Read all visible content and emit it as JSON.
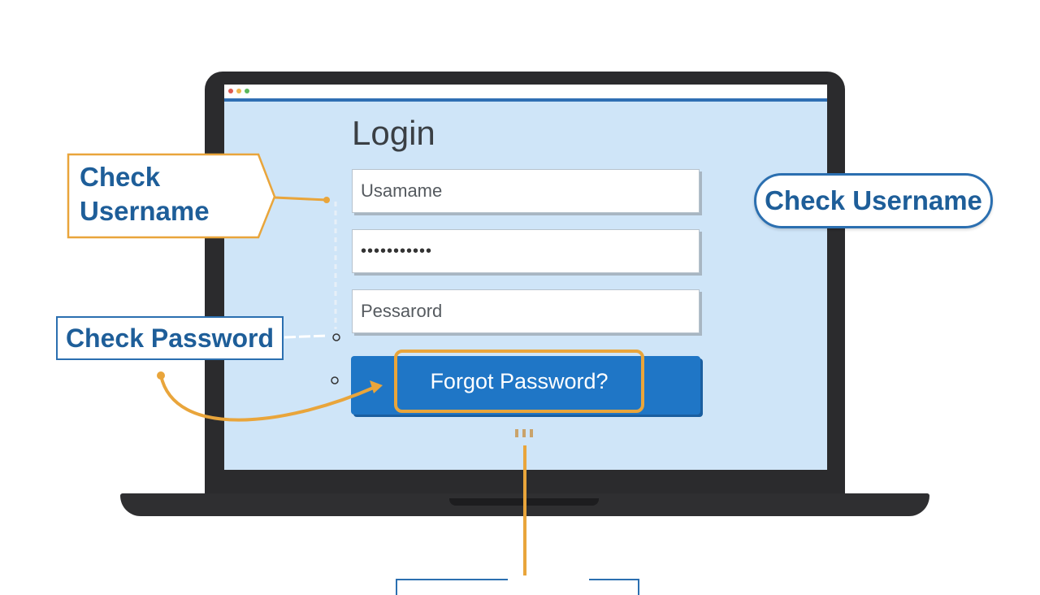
{
  "login": {
    "title": "Login",
    "username_placeholder": "Usamame",
    "password_value": "•••••••••••",
    "password_placeholder": "Pessarord",
    "forgot_label": "Forgot Password?"
  },
  "callouts": {
    "check_username_left_line1": "Check",
    "check_username_left_line2": "Username",
    "check_username_right": "Check Username",
    "check_password": "Check Password"
  },
  "colors": {
    "accent_orange": "#e9a53b",
    "brand_blue": "#1f76c6",
    "screen_bg": "#cfe5f8",
    "label_blue": "#1e5e99"
  }
}
